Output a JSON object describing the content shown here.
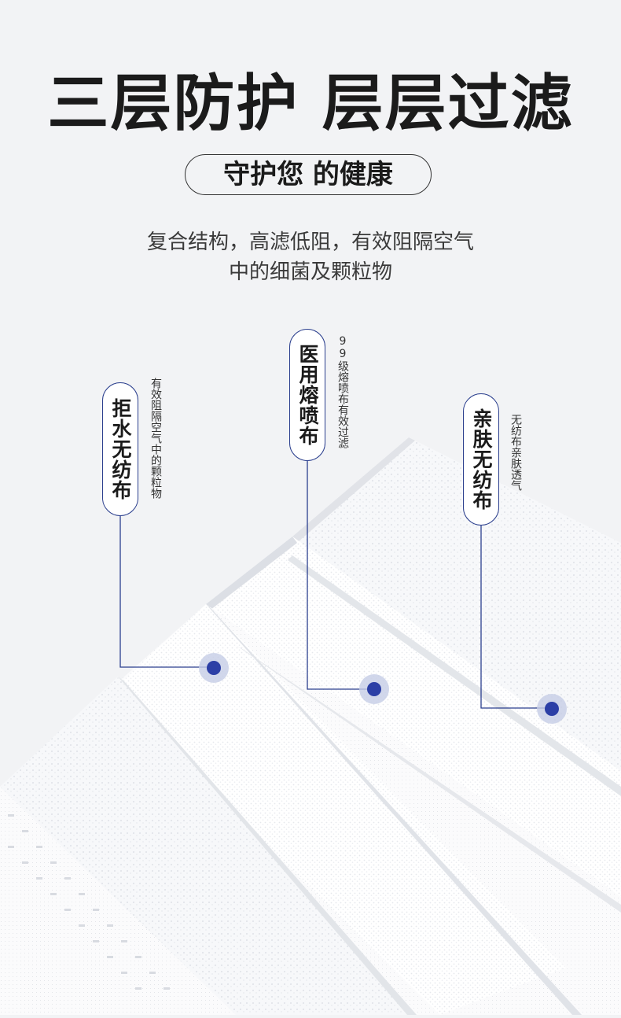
{
  "header": {
    "headline": "三层防护 层层过滤",
    "pill": "守护您 的健康",
    "description_line1": "复合结构，高滤低阻，有效阻隔空气",
    "description_line2": "中的细菌及颗粒物"
  },
  "layers": [
    {
      "label": "拒水无纺布",
      "note": "有效阻隔空气中的颗粒物"
    },
    {
      "label": "医用熔喷布",
      "note": "99级熔喷布有效过滤"
    },
    {
      "label": "亲肤无纺布",
      "note": "无纺布亲肤透气"
    }
  ],
  "colors": {
    "accent": "#2b3f8e",
    "dot": "#2c3fa6",
    "dot_halo": "#c6cde6",
    "background": "#f2f3f5"
  }
}
